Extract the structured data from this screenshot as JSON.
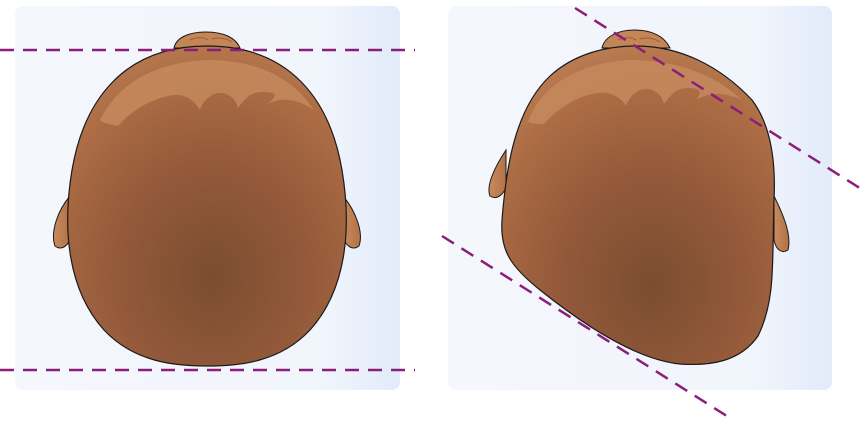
{
  "figure": {
    "panels": [
      {
        "id": "normal-head",
        "head_shape": "symmetric"
      },
      {
        "id": "plagiocephaly-head",
        "head_shape": "asymmetric-parallelogram"
      }
    ],
    "colors": {
      "panel_bg": "#eef3fb",
      "panel_bg_edge": "#e3ecf9",
      "skin_light": "#c08158",
      "skin_mid": "#a9693f",
      "skin_dark": "#7a4d2f",
      "outline": "#1a1a1a",
      "dashed_line": "#8b1e7a"
    }
  }
}
